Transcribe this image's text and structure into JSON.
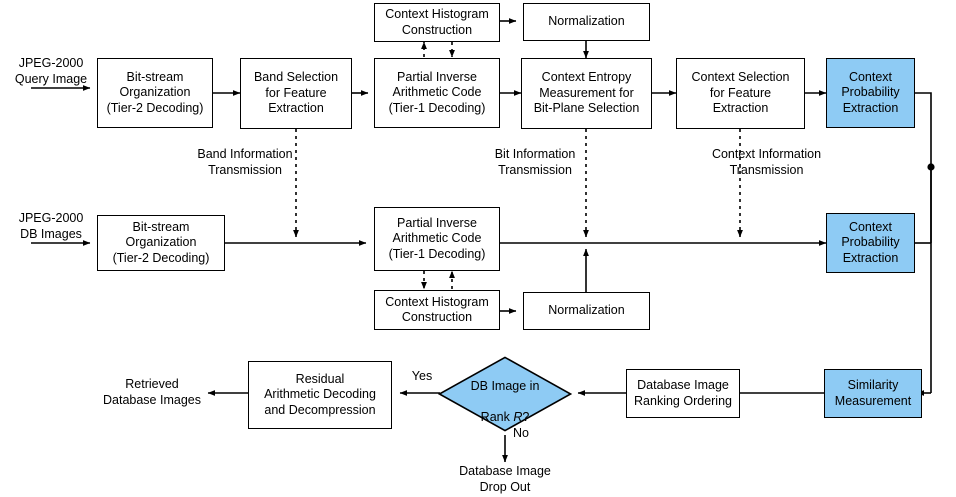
{
  "diagram": {
    "title": "JPEG-2000 compressed-domain image retrieval flowchart",
    "colors": {
      "highlight_fill": "#8ECBF4",
      "node_fill": "#FFFFFF",
      "stroke": "#000000"
    },
    "io_labels": {
      "query_input": "JPEG-2000\nQuery Image",
      "db_input": "JPEG-2000\nDB Images",
      "retrieved_output": "Retrieved\nDatabase Images",
      "drop_out": "Database Image\nDrop Out"
    },
    "edge_labels": {
      "band_info": "Band Information\nTransmission",
      "bit_info": "Bit Information\nTransmission",
      "context_info": "Context Information\nTransmission",
      "yes": "Yes",
      "no": "No"
    },
    "nodes": {
      "query_bitstream": "Bit-stream\nOrganization\n(Tier-2 Decoding)",
      "band_selection": "Band Selection\nfor Feature\nExtraction",
      "query_partial_inverse": "Partial Inverse\nArithmetic Code\n(Tier-1 Decoding)",
      "query_histogram": "Context Histogram\nConstruction",
      "query_normalization": "Normalization",
      "context_entropy": "Context Entropy\nMeasurement for\nBit-Plane Selection",
      "context_selection": "Context Selection\nfor Feature\nExtraction",
      "query_context_prob": "Context\nProbability\nExtraction",
      "db_bitstream": "Bit-stream\nOrganization\n(Tier-2 Decoding)",
      "db_partial_inverse": "Partial Inverse\nArithmetic Code\n(Tier-1 Decoding)",
      "db_histogram": "Context Histogram\nConstruction",
      "db_normalization": "Normalization",
      "db_context_prob": "Context\nProbability\nExtraction",
      "similarity": "Similarity\nMeasurement",
      "ranking": "Database Image\nRanking Ordering",
      "residual": "Residual\nArithmetic Decoding\nand Decompression",
      "decision_line1": "DB Image in",
      "decision_line2_prefix": "Rank ",
      "decision_line2_var": "R",
      "decision_line2_suffix": "?"
    }
  }
}
